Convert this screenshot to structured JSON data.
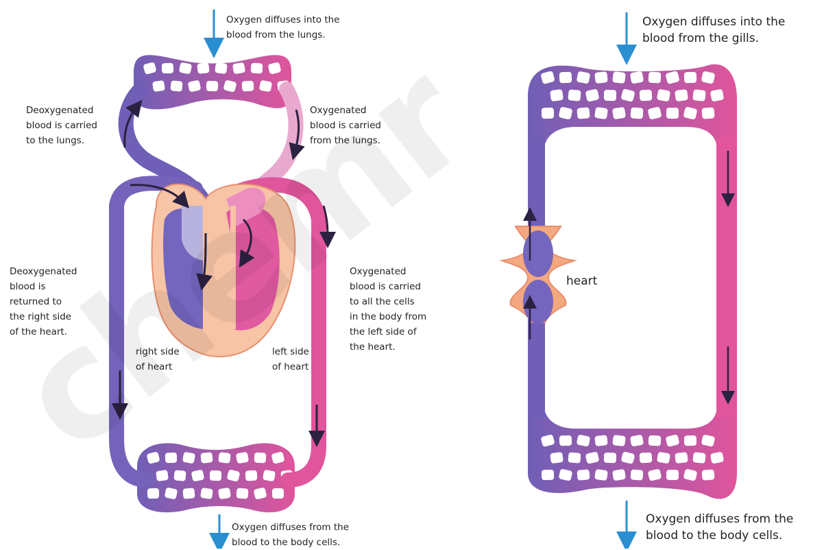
{
  "watermark": "chemr",
  "colors": {
    "deoxy": "#6f5fb6",
    "mid": "#9b5bb3",
    "oxy": "#e0559c",
    "oxy_light": "#e9a9cf",
    "deoxy_light": "#b8b3de",
    "heart_outer": "#f7c4a6",
    "heart_edge": "#e88f6e",
    "arrow_blue": "#2a8fd0",
    "arrow_dark": "#2b2140"
  },
  "double_circulation": {
    "top_caption": "Oxygen diffuses into the\nblood from the lungs.",
    "bottom_caption": "Oxygen diffuses from the\nblood to the body cells.",
    "deoxy_to_lungs": "Deoxygenated\nblood is carried\nto the lungs.",
    "oxy_from_lungs": "Oxygenated\nblood is carried\nfrom the lungs.",
    "deoxy_returned": "Deoxygenated\nblood is\nreturned to\nthe right side\nof the heart.",
    "oxy_to_cells": "Oxygenated\nblood is carried\nto all the cells\nin the body from\nthe left side of\nthe heart.",
    "right_side": "right side\nof heart",
    "left_side": "left side\nof heart"
  },
  "single_circulation": {
    "top_caption": "Oxygen diffuses into the\nblood from the gills.",
    "bottom_caption": "Oxygen diffuses from the\nblood to the body cells.",
    "heart_label": "heart"
  }
}
